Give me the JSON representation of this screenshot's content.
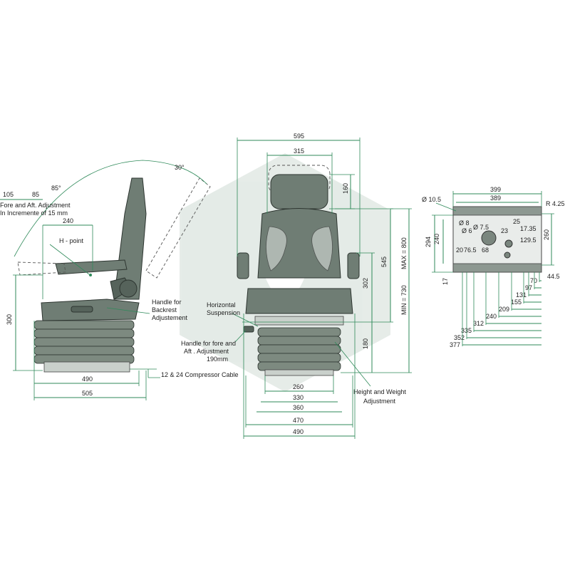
{
  "side_view": {
    "angle_85": "85°",
    "angle_30": "30°",
    "dim_105": "105",
    "dim_85": "85",
    "fore_aft_line1": "Fore and Aft. Adjustment",
    "fore_aft_line2": "In Incremente of 15 mm",
    "dim_240": "240",
    "h_point": "H - point",
    "dim_300": "300",
    "handle_backrest_line1": "Handle for",
    "handle_backrest_line2": "Backrest",
    "handle_backrest_line3": "Adjustement",
    "compressor_cable": "12 & 24 Compressor Cable",
    "dim_490": "490",
    "dim_505": "505"
  },
  "front_view": {
    "dim_595": "595",
    "dim_315": "315",
    "dim_160": "160",
    "dim_545": "545",
    "dim_302": "302",
    "dim_180": "180",
    "dim_min": "MIN = 730",
    "dim_max": "MAX = 800",
    "horizontal_line1": "Horizontal",
    "horizontal_line2": "Suspension",
    "fore_aft_handle_line1": "Handle for fore and",
    "fore_aft_handle_line2": "Aft . Adjustment",
    "fore_aft_handle_line3": "190mm",
    "height_weight_line1": "Height and Weight",
    "height_weight_line2": "Adjustment",
    "dim_260": "260",
    "dim_330": "330",
    "dim_360": "360",
    "dim_470": "470",
    "dim_490": "490"
  },
  "base_plate": {
    "dim_d105": "Ø 10.5",
    "dim_399": "399",
    "dim_389": "389",
    "dim_r425": "R 4.25",
    "dim_294": "294",
    "dim_240": "240",
    "dim_260": "260",
    "dim_17": "17",
    "dim_445": "44.5",
    "inner_labels": [
      "Ø 8",
      "Ø 6",
      "Ø 7.5",
      "25",
      "23",
      "17.35",
      "129.5",
      "20",
      "76.5",
      "68"
    ],
    "bottom_dims": [
      "70",
      "97",
      "131",
      "155",
      "209",
      "240",
      "312",
      "335",
      "352",
      "377"
    ]
  },
  "colors": {
    "dimension": "#2f8a5a",
    "seat_body": "#6f7d74",
    "seat_dark": "#56635b",
    "outline": "#2d3530"
  }
}
